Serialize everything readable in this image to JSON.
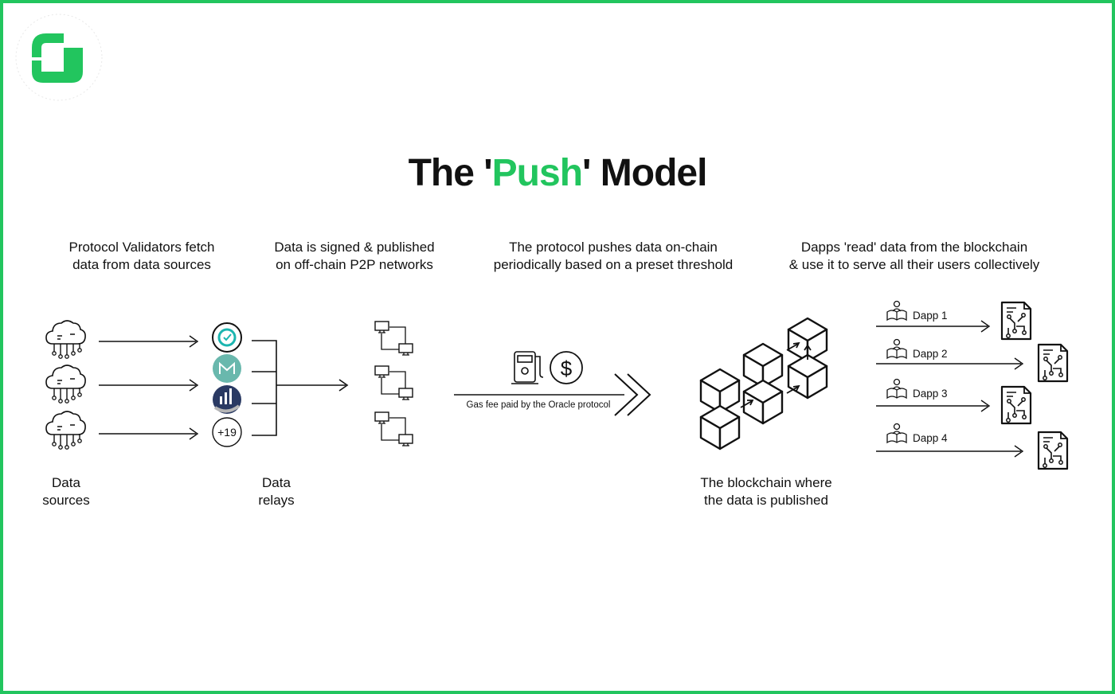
{
  "title": {
    "prefix": "The '",
    "accent": "Push",
    "suffix": "' Model"
  },
  "colors": {
    "accent": "#22c55e",
    "ink": "#111111",
    "frame": "#22c55e"
  },
  "captions": [
    {
      "line1": "Protocol Validators fetch",
      "line2": "data from data sources"
    },
    {
      "line1": "Data is signed & published",
      "line2": "on off-chain P2P networks"
    },
    {
      "line1": "The protocol pushes data on-chain",
      "line2": "periodically based on a preset threshold"
    },
    {
      "line1": "Dapps 'read' data from the blockchain",
      "line2": "& use it to serve all their users collectively"
    }
  ],
  "labels": {
    "data_sources": {
      "line1": "Data",
      "line2": "sources"
    },
    "data_relays": {
      "line1": "Data",
      "line2": "relays"
    },
    "blockchain": {
      "line1": "The blockchain where",
      "line2": "the data is published"
    }
  },
  "relays": {
    "more_count": "+19"
  },
  "gas_fee": "Gas fee paid by the Oracle protocol",
  "dapps": [
    "Dapp 1",
    "Dapp 2",
    "Dapp 3",
    "Dapp 4"
  ],
  "icons": [
    "logo-icon",
    "cloud-network-icon",
    "computer-network-icon",
    "fuel-pump-icon",
    "dollar-icon",
    "blockchain-icon",
    "reader-icon",
    "circuit-document-icon",
    "arrow-right-icon"
  ]
}
